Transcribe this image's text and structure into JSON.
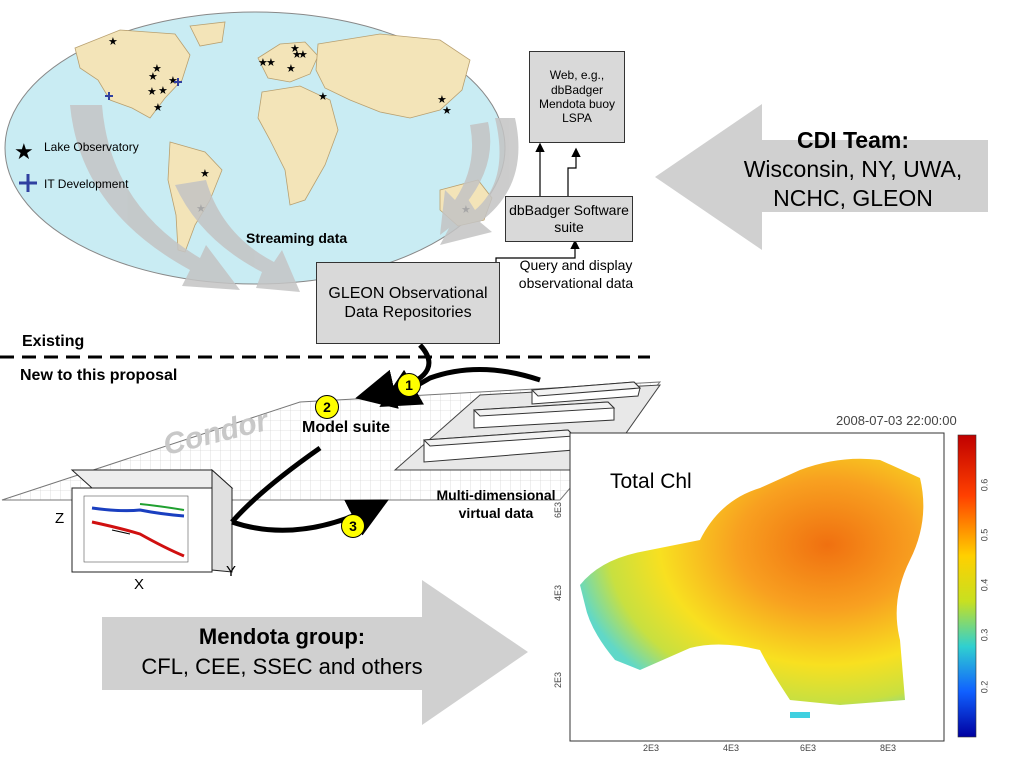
{
  "world_map": {
    "legend": [
      {
        "label": "Lake Observatory",
        "icon": "star-icon"
      },
      {
        "label": "IT Development",
        "icon": "plus-icon"
      }
    ]
  },
  "labels": {
    "streaming_data": "Streaming data",
    "existing": "Existing",
    "new_to_proposal": "New to this proposal",
    "model_suite": "Model suite",
    "condor": "Condor",
    "multi_dimensional": "Multi-dimensional virtual data",
    "query_display": "Query and display observational data",
    "axis_z": "Z",
    "axis_x": "X",
    "axis_y": "Y"
  },
  "boxes": {
    "web": "Web, e.g., dbBadger Mendota buoy LSPA",
    "dbbadger": "dbBadger Software suite",
    "gleon": "GLEON Observational Data Repositories"
  },
  "badges": [
    "1",
    "2",
    "3"
  ],
  "cdi_team": {
    "title": "CDI Team:",
    "members": "Wisconsin, NY, UWA, NCHC, GLEON"
  },
  "mendota_group": {
    "title": "Mendota group:",
    "members": "CFL, CEE, SSEC and others"
  },
  "chl_plot": {
    "timestamp": "2008-07-03 22:00:00",
    "title": "Total Chl",
    "x_ticks": [
      "2E3",
      "4E3",
      "6E3",
      "8E3"
    ],
    "y_ticks": [
      "2E3",
      "4E3",
      "6E3"
    ],
    "colorbar_ticks": [
      "0.6",
      "0.5",
      "0.4",
      "0.3",
      "0.2"
    ]
  },
  "colors": {
    "box_fill": "#d9d9d9",
    "arrow_gray": "#d0d0d0",
    "ocean": "#c9ecf3",
    "land": "#f3e4b8",
    "badge": "#ffff00"
  }
}
